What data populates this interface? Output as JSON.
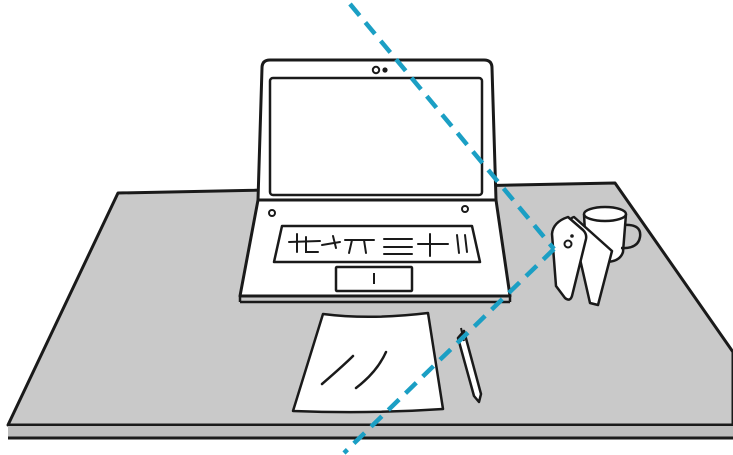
{
  "colors": {
    "background": "#ffffff",
    "desk_top": "#c9c9c9",
    "desk_edge": "#b8b8b8",
    "outline": "#1a1a1a",
    "paper": "#ffffff",
    "dashed_line": "#1b9fc4"
  },
  "objects": [
    {
      "name": "desk",
      "icon": "desk-icon"
    },
    {
      "name": "laptop",
      "icon": "laptop-icon"
    },
    {
      "name": "phone-stand",
      "icon": "phone-icon"
    },
    {
      "name": "coffee-mug",
      "icon": "mug-icon"
    },
    {
      "name": "paper-sheet",
      "icon": "paper-icon"
    },
    {
      "name": "pen",
      "icon": "pen-icon"
    }
  ]
}
